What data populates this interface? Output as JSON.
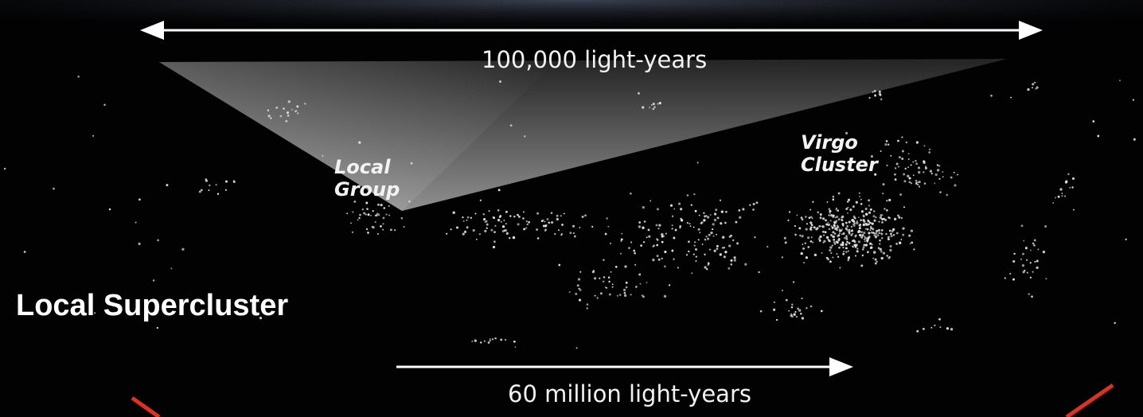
{
  "title": "Local Supercluster",
  "labels": {
    "top_scale": "100,000 light-years",
    "bottom_scale": "60 million light-years",
    "local_group_line1": "Local",
    "local_group_line2": "Group",
    "virgo_line1": "Virgo",
    "virgo_line2": "Cluster"
  },
  "colors": {
    "background": "#020203",
    "text": "#f2f2f2",
    "arrows": "#ffffff",
    "galaxies": "#e8e8e8",
    "annotation_lines": "#e0311f"
  }
}
